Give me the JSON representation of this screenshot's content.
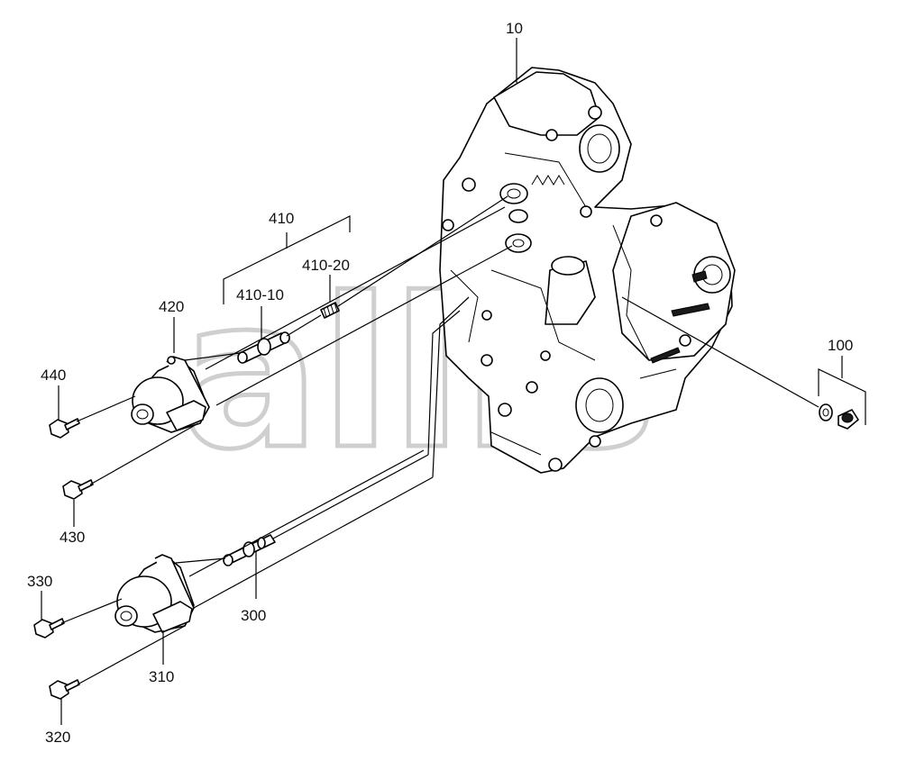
{
  "watermark": "allis",
  "labels": {
    "p10": "10",
    "p410": "410",
    "p410_20": "410-20",
    "p410_10": "410-10",
    "p420": "420",
    "p440": "440",
    "p430": "430",
    "p330": "330",
    "p300": "300",
    "p310": "310",
    "p320": "320",
    "p100": "100"
  }
}
